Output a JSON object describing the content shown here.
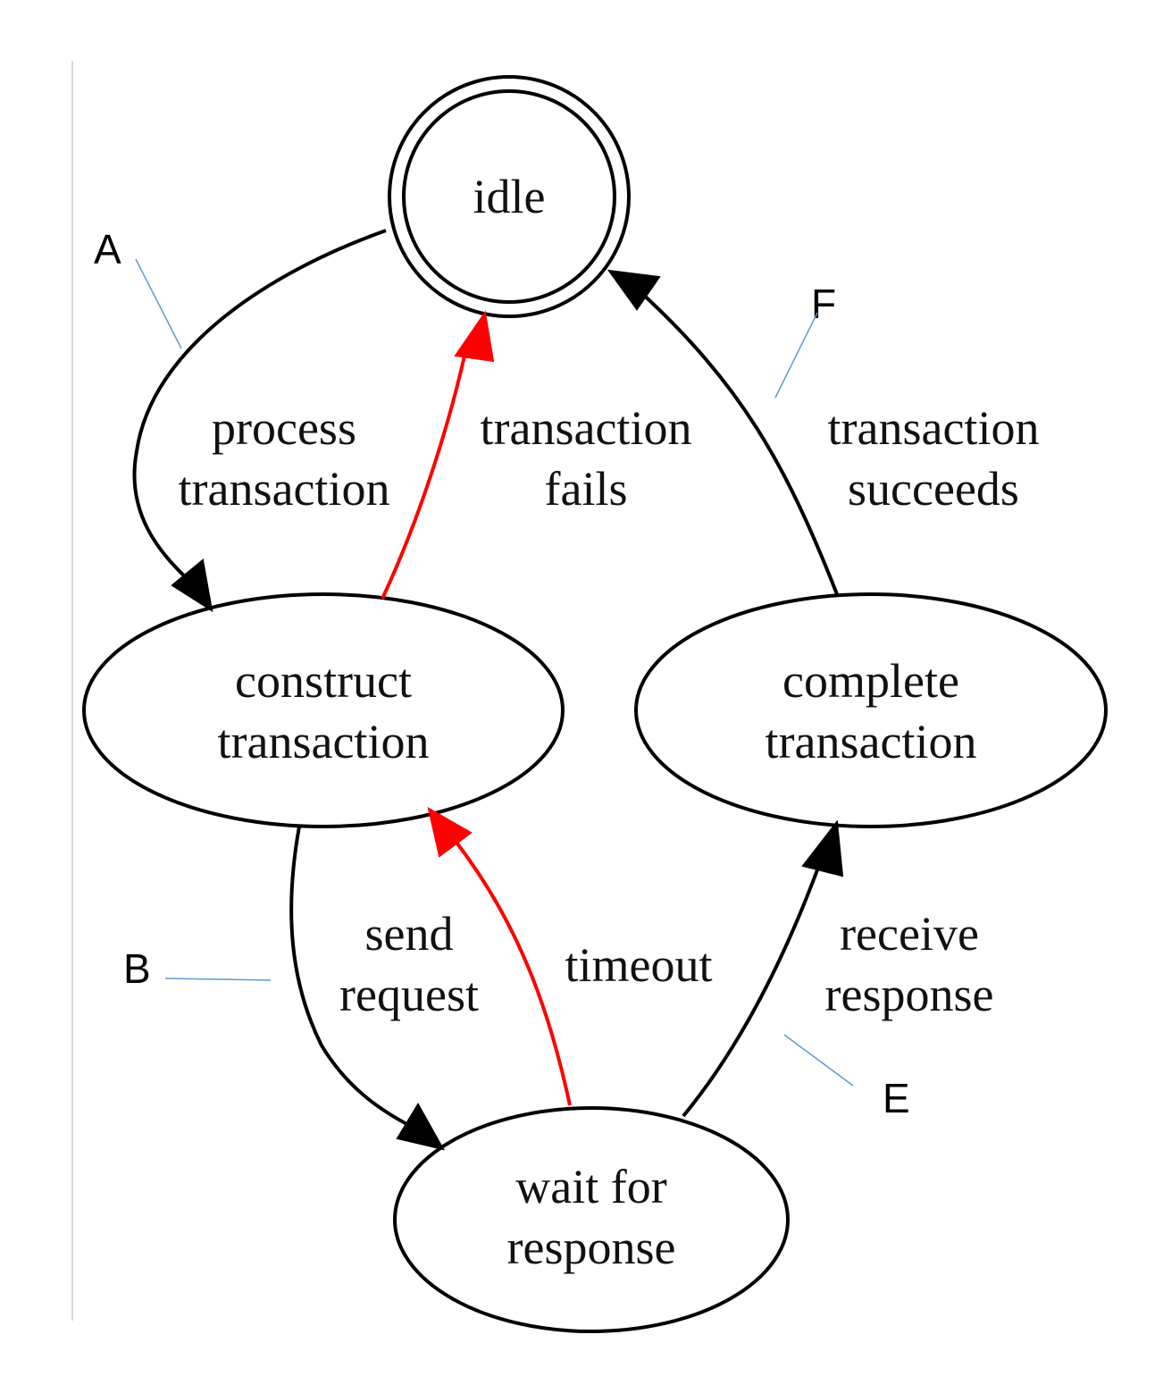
{
  "colors": {
    "normal_edge": "#000000",
    "failure_edge": "#ff0000",
    "callout_line": "#5b9bd5",
    "background": "#ffffff"
  },
  "states": {
    "idle": {
      "label": "idle",
      "shape": "double-circle"
    },
    "construct": {
      "line1": "construct",
      "line2": "transaction",
      "shape": "ellipse"
    },
    "complete": {
      "line1": "complete",
      "line2": "transaction",
      "shape": "ellipse"
    },
    "wait": {
      "line1": "wait for",
      "line2": "response",
      "shape": "ellipse"
    }
  },
  "transitions": {
    "process": {
      "line1": "process",
      "line2": "transaction",
      "from": "idle",
      "to": "construct transaction",
      "color": "#000000"
    },
    "fails": {
      "line1": "transaction",
      "line2": "fails",
      "from": "construct transaction",
      "to": "idle",
      "color": "#ff0000"
    },
    "succeeds": {
      "line1": "transaction",
      "line2": "succeeds",
      "from": "complete transaction",
      "to": "idle",
      "color": "#000000"
    },
    "send": {
      "line1": "send",
      "line2": "request",
      "from": "construct transaction",
      "to": "wait for response",
      "color": "#000000"
    },
    "timeout": {
      "label": "timeout",
      "from": "wait for response",
      "to": "construct transaction",
      "color": "#ff0000"
    },
    "receive": {
      "line1": "receive",
      "line2": "response",
      "from": "wait for response",
      "to": "complete transaction",
      "color": "#000000"
    }
  },
  "callouts": {
    "a": "A",
    "b": "B",
    "e": "E",
    "f": "F"
  }
}
